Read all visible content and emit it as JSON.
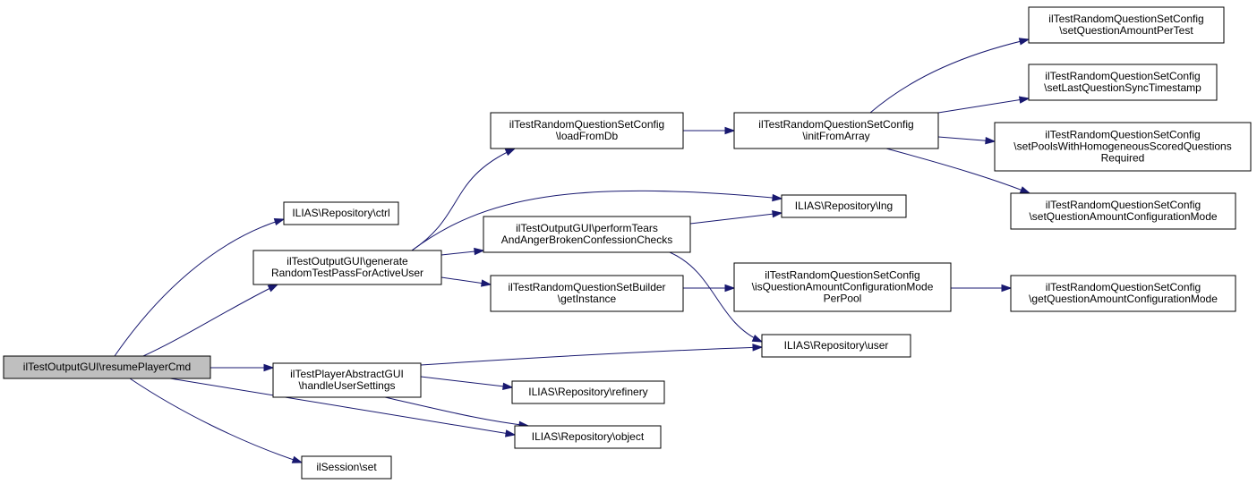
{
  "graph": {
    "colors": {
      "edge": "#191970",
      "node_fill": "#ffffff",
      "root_fill": "#bfbfbf",
      "border": "#000000"
    },
    "nodes": [
      {
        "id": "resumePlayerCmd",
        "lines": [
          "ilTestOutputGUI\\resumePlayerCmd"
        ],
        "root": true
      },
      {
        "id": "ctrl",
        "lines": [
          "ILIAS\\Repository\\ctrl"
        ]
      },
      {
        "id": "generate",
        "lines": [
          "ilTestOutputGUI\\generate",
          "RandomTestPassForActiveUser"
        ]
      },
      {
        "id": "handleUserSettings",
        "lines": [
          "ilTestPlayerAbstractGUI",
          "\\handleUserSettings"
        ]
      },
      {
        "id": "object",
        "lines": [
          "ILIAS\\Repository\\object"
        ]
      },
      {
        "id": "set",
        "lines": [
          "ilSession\\set"
        ]
      },
      {
        "id": "loadFromDb",
        "lines": [
          "ilTestRandomQuestionSetConfig",
          "\\loadFromDb"
        ]
      },
      {
        "id": "lng",
        "lines": [
          "ILIAS\\Repository\\lng"
        ]
      },
      {
        "id": "performChecks",
        "lines": [
          "ilTestOutputGUI\\performTears",
          "AndAngerBrokenConfessionChecks"
        ]
      },
      {
        "id": "getInstance",
        "lines": [
          "ilTestRandomQuestionSetBuilder",
          "\\getInstance"
        ]
      },
      {
        "id": "initFromArray",
        "lines": [
          "ilTestRandomQuestionSetConfig",
          "\\initFromArray"
        ]
      },
      {
        "id": "user",
        "lines": [
          "ILIAS\\Repository\\user"
        ]
      },
      {
        "id": "isPerPool",
        "lines": [
          "ilTestRandomQuestionSetConfig",
          "\\isQuestionAmountConfigurationMode",
          "PerPool"
        ]
      },
      {
        "id": "refinery",
        "lines": [
          "ILIAS\\Repository\\refinery"
        ]
      },
      {
        "id": "setAmountPerTest",
        "lines": [
          "ilTestRandomQuestionSetConfig",
          "\\setQuestionAmountPerTest"
        ]
      },
      {
        "id": "setLastSync",
        "lines": [
          "ilTestRandomQuestionSetConfig",
          "\\setLastQuestionSyncTimestamp"
        ]
      },
      {
        "id": "setPools",
        "lines": [
          "ilTestRandomQuestionSetConfig",
          "\\setPoolsWithHomogeneousScoredQuestions",
          "Required"
        ]
      },
      {
        "id": "setMode",
        "lines": [
          "ilTestRandomQuestionSetConfig",
          "\\setQuestionAmountConfigurationMode"
        ]
      },
      {
        "id": "getMode",
        "lines": [
          "ilTestRandomQuestionSetConfig",
          "\\getQuestionAmountConfigurationMode"
        ]
      }
    ],
    "edges": [
      {
        "from": "resumePlayerCmd",
        "to": "ctrl"
      },
      {
        "from": "resumePlayerCmd",
        "to": "generate"
      },
      {
        "from": "resumePlayerCmd",
        "to": "handleUserSettings"
      },
      {
        "from": "resumePlayerCmd",
        "to": "object"
      },
      {
        "from": "resumePlayerCmd",
        "to": "set"
      },
      {
        "from": "generate",
        "to": "loadFromDb"
      },
      {
        "from": "generate",
        "to": "lng"
      },
      {
        "from": "generate",
        "to": "performChecks"
      },
      {
        "from": "generate",
        "to": "getInstance"
      },
      {
        "from": "loadFromDb",
        "to": "initFromArray"
      },
      {
        "from": "initFromArray",
        "to": "setAmountPerTest"
      },
      {
        "from": "initFromArray",
        "to": "setLastSync"
      },
      {
        "from": "initFromArray",
        "to": "setPools"
      },
      {
        "from": "initFromArray",
        "to": "setMode"
      },
      {
        "from": "performChecks",
        "to": "lng"
      },
      {
        "from": "performChecks",
        "to": "user"
      },
      {
        "from": "getInstance",
        "to": "isPerPool"
      },
      {
        "from": "isPerPool",
        "to": "getMode"
      },
      {
        "from": "handleUserSettings",
        "to": "user"
      },
      {
        "from": "handleUserSettings",
        "to": "refinery"
      },
      {
        "from": "handleUserSettings",
        "to": "object"
      }
    ]
  }
}
